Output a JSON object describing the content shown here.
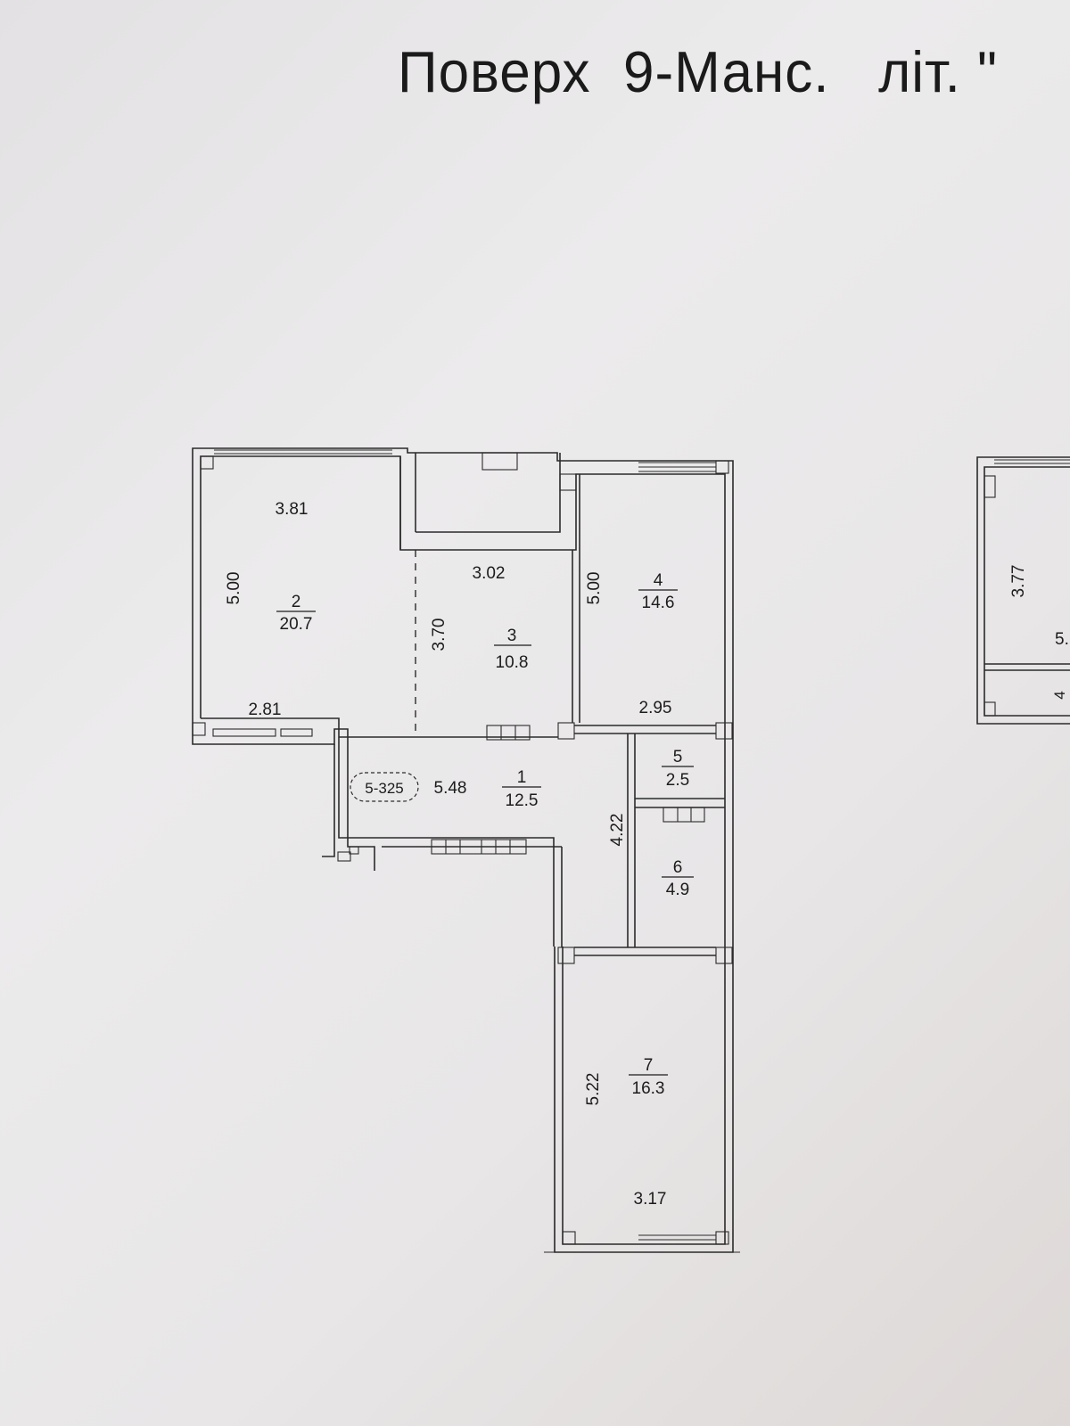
{
  "header": {
    "title": "Поверх  9-Манс.   літ. \""
  },
  "plan": {
    "apartment_id": "5-325",
    "corridor_length": "5.48",
    "rooms": [
      {
        "number": "1",
        "area": "12.5"
      },
      {
        "number": "2",
        "area": "20.7"
      },
      {
        "number": "3",
        "area": "10.8"
      },
      {
        "number": "4",
        "area": "14.6"
      },
      {
        "number": "5",
        "area": "2.5"
      },
      {
        "number": "6",
        "area": "4.9"
      },
      {
        "number": "7",
        "area": "16.3"
      }
    ],
    "dimensions": {
      "room2_width": "3.81",
      "room2_height": "5.00",
      "room2_bottom": "2.81",
      "room3_width": "3.02",
      "room3_height": "3.70",
      "room4_height": "5.00",
      "room4_bottom": "2.95",
      "hall_height": "4.22",
      "room7_height": "5.22",
      "room7_bottom": "3.17"
    },
    "neighbor": {
      "height": "3.77",
      "fragment1": "5.",
      "fragment2": "4"
    }
  }
}
